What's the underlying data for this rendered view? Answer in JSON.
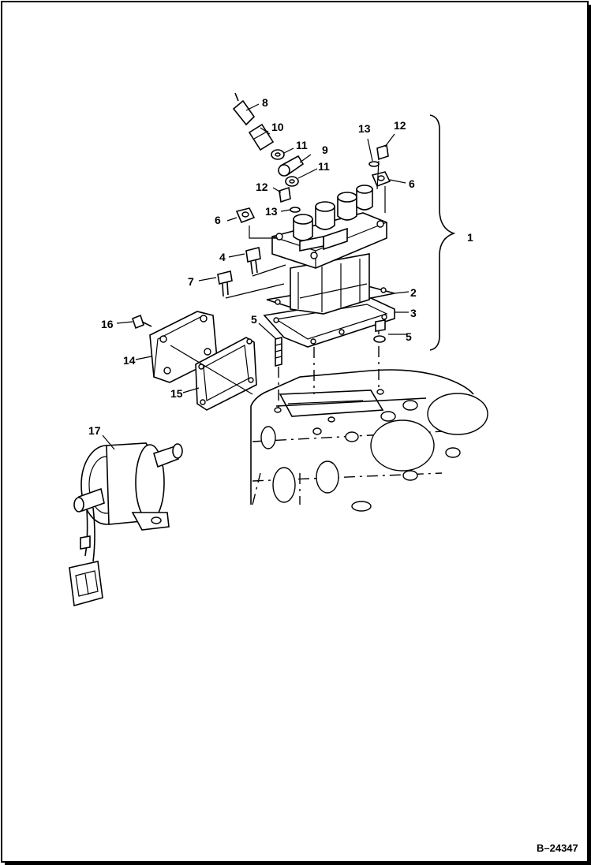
{
  "diagram": {
    "reference_code": "B–24347",
    "callouts": {
      "c1": "1",
      "c2": "2",
      "c3": "3",
      "c4": "4",
      "c5": "5",
      "c5b": "5",
      "c6a": "6",
      "c6b": "6",
      "c7": "7",
      "c8": "8",
      "c9": "9",
      "c10": "10",
      "c11a": "11",
      "c11b": "11",
      "c12a": "12",
      "c12b": "12",
      "c13a": "13",
      "c13b": "13",
      "c14": "14",
      "c15": "15",
      "c16": "16",
      "c17": "17"
    }
  }
}
